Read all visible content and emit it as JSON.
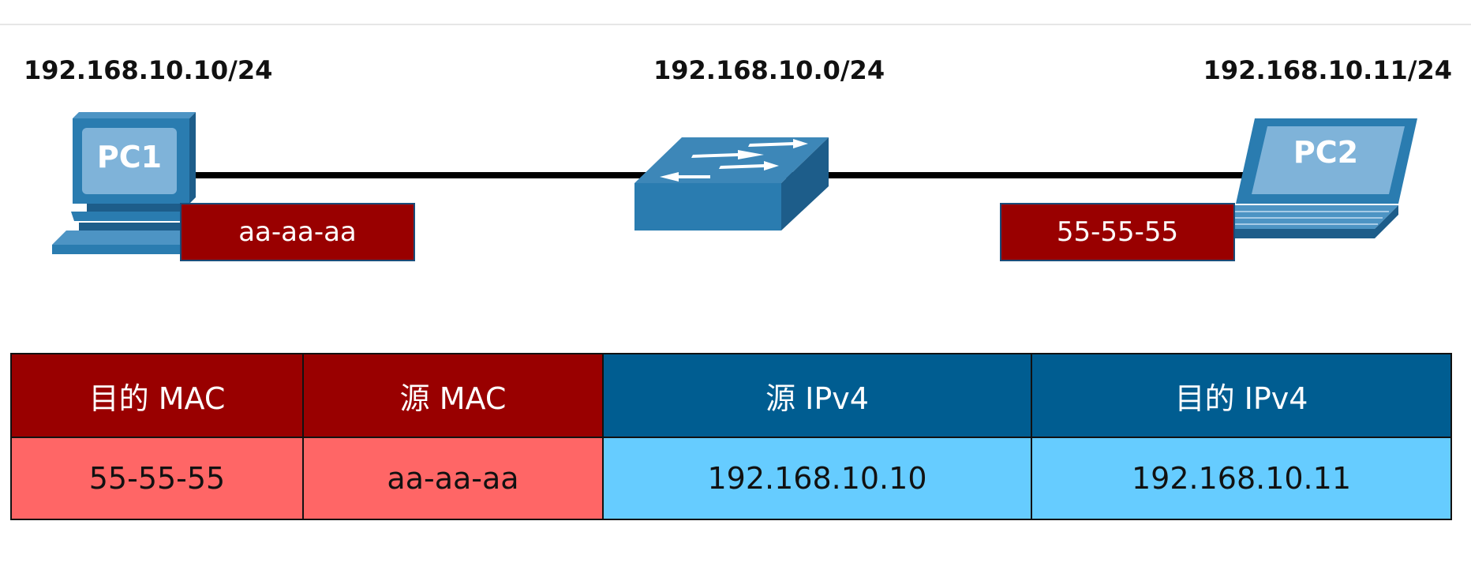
{
  "network": {
    "pc1_ip": "192.168.10.10/24",
    "network_addr": "192.168.10.0/24",
    "pc2_ip": "192.168.10.11/24"
  },
  "devices": {
    "pc1_label": "PC1",
    "pc2_label": "PC2",
    "pc1_mac": "aa-aa-aa",
    "pc2_mac": "55-55-55"
  },
  "frame": {
    "headers": [
      "目的 MAC",
      "源 MAC",
      "源 IPv4",
      "目的 IPv4"
    ],
    "values": [
      "55-55-55",
      "aa-aa-aa",
      "192.168.10.10",
      "192.168.10.11"
    ]
  },
  "colors": {
    "mac_header": "#990000",
    "mac_value": "#ff6666",
    "ip_header": "#005d91",
    "ip_value": "#66ccff"
  }
}
